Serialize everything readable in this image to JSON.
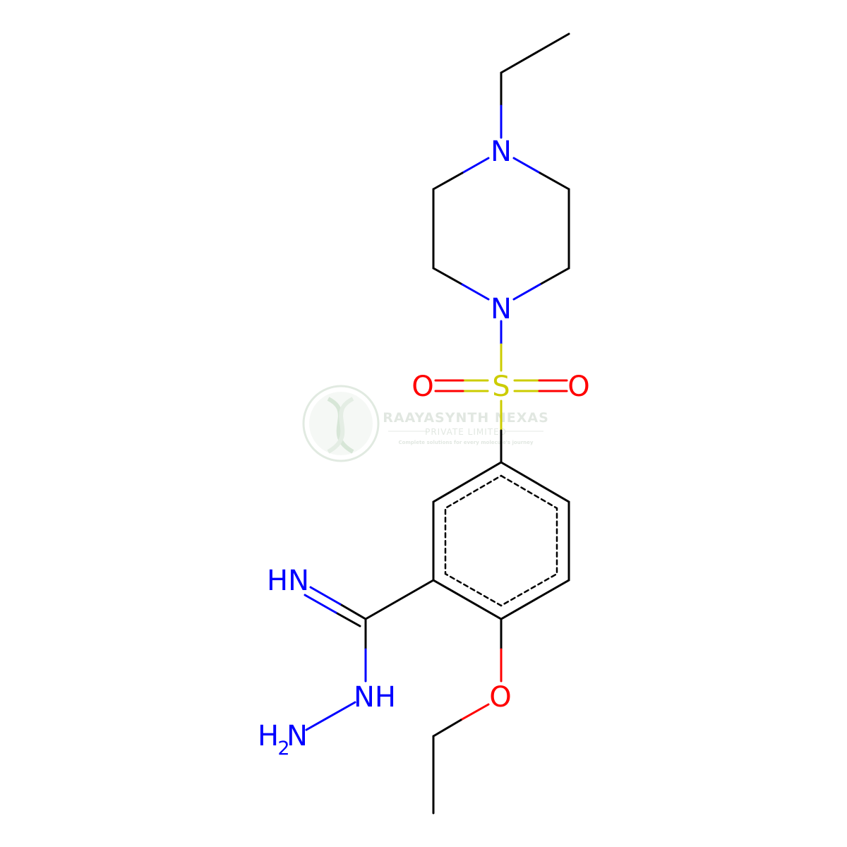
{
  "atoms": {
    "n_top": "N",
    "n_bottom": "N",
    "s": "S",
    "o_left": "O",
    "o_right": "O",
    "imine": "HN",
    "nh": "NH",
    "nh2_h": "H",
    "nh2_sub": "2",
    "nh2_n": "N",
    "o_ether": "O"
  },
  "watermark": {
    "title": "RAAYASYNTH NEXAS",
    "subtitle": "PRIVATE LIMITED",
    "tagline": "Complete solutions for every molecule's journey"
  },
  "colors": {
    "bond": "#000000",
    "nitrogen": "#0000ff",
    "oxygen": "#ff0000",
    "sulfur": "#cccc00",
    "watermark": "#d9e7d9"
  }
}
